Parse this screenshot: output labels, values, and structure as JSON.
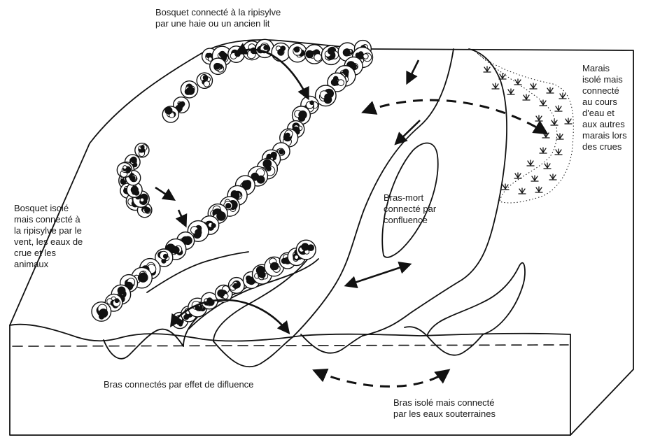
{
  "labels": {
    "bosquet_haie": [
      "Bosquet connecté à la ripisylve",
      "par une haie ou un ancien lit"
    ],
    "marais": [
      "Marais",
      "isolé mais",
      "connecté",
      "au  cours",
      "d'eau et",
      "aux autres",
      "marais lors",
      "des crues"
    ],
    "bosquet_isole": [
      "Bosquet isolé",
      "mais connecté à",
      "la ripisylve par le",
      "vent, les eaux de",
      "crue et les",
      "animaux"
    ],
    "bras_mort": [
      "Bras-mort",
      "connecté par",
      "confluence"
    ],
    "bras_difluence": [
      "Bras connectés par effet de difluence"
    ],
    "bras_souterrain": [
      "Bras isolé mais connecté",
      "par les eaux souterraines"
    ]
  }
}
